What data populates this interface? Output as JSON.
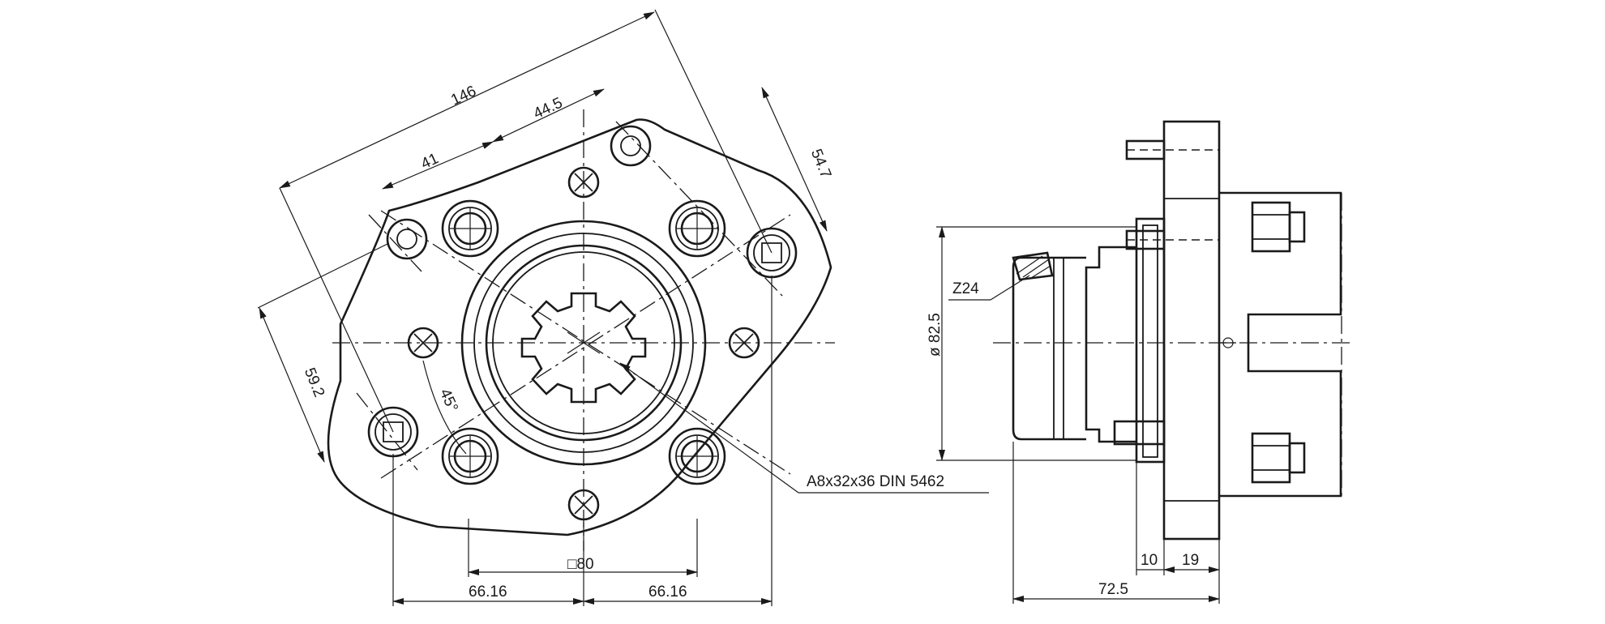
{
  "dimensions": {
    "overall_width_diag": "146",
    "diag_41": "41",
    "diag_44_5": "44.5",
    "diag_54_7": "54.7",
    "diag_59_2": "59.2",
    "angle_45": "45°",
    "square_80": "□80",
    "half_left": "66.16",
    "half_right": "66.16",
    "diameter_82_5": "ø 82.5",
    "length_72_5": "72.5",
    "thick_10": "10",
    "thick_19": "19"
  },
  "labels": {
    "spline": "A8x32x36 DIN 5462",
    "teeth": "Z24"
  },
  "colors": {
    "line": "#1a1a1a",
    "background": "#ffffff"
  }
}
